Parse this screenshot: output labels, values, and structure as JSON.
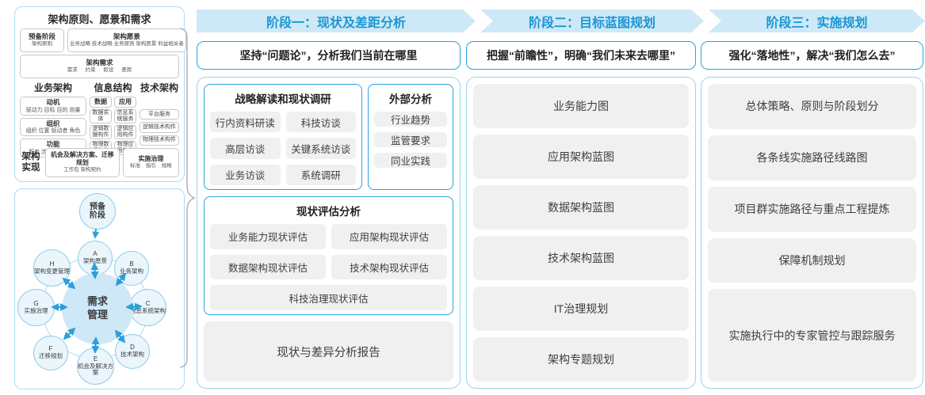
{
  "colors": {
    "accent_blue": "#2aa3dc",
    "band_fill": "#cde9f7",
    "band_text": "#1b96d4",
    "panel_border": "#9bd5f1",
    "item_bg": "#f0f0f0",
    "arrow_blue": "#2b9fd9",
    "brace_gray": "#b5b5b5"
  },
  "framework": {
    "title": "架构原则、愿景和需求",
    "prep": {
      "title": "预备阶段",
      "sub": "架构原则"
    },
    "vision": {
      "title": "架构愿景",
      "sub": "业务战略 技术战略 业务原则 架构愿景 利益相关者"
    },
    "requirements": {
      "title": "架构需求",
      "sub": "需求 约束 假设 差距"
    },
    "business": {
      "title": "业务架构",
      "items": [
        {
          "title": "动机",
          "sub": "驱动力 目标 目的 测量"
        },
        {
          "title": "组织",
          "sub": "组织 位置 驱动者 角色"
        },
        {
          "title": "功能",
          "sub": "服务 流程 控制 功能"
        }
      ]
    },
    "information": {
      "title": "信息结构",
      "data": {
        "title": "数据",
        "items": [
          "数据实体",
          "逻辑数据构件",
          "物理数据构件"
        ]
      },
      "app": {
        "title": "应用",
        "items": [
          "信息系统服务",
          "逻辑应用构件",
          "物理应用构件"
        ]
      }
    },
    "technology": {
      "title": "技术架构",
      "items": [
        "平台服务",
        "逻辑技术构件",
        "物理技术构件"
      ]
    },
    "realization": {
      "label": "架构实现",
      "box1": {
        "title": "机会及解决方案、迁移规划",
        "sub": "工作包 架构契约"
      },
      "box2": {
        "title": "实施治理",
        "sub": "标准 指引 规格"
      }
    }
  },
  "adm": {
    "prep": "预备阶段",
    "center": "需求管理",
    "nodes": [
      {
        "letter": "A",
        "label": "架构愿景"
      },
      {
        "letter": "B",
        "label": "业务架构"
      },
      {
        "letter": "C",
        "label": "信息系统架构"
      },
      {
        "letter": "D",
        "label": "技术架构"
      },
      {
        "letter": "E",
        "label": "机会及解决方案"
      },
      {
        "letter": "F",
        "label": "迁移规划"
      },
      {
        "letter": "G",
        "label": "实施治理"
      },
      {
        "letter": "H",
        "label": "架构变更管理"
      }
    ]
  },
  "phases": [
    {
      "banner": "阶段一：现状及差距分析",
      "subtitle": "坚持“问题论”，分析我们当前在哪里"
    },
    {
      "banner": "阶段二：目标蓝图规划",
      "subtitle": "把握“前瞻性”，明确“我们未来去哪里”"
    },
    {
      "banner": "阶段三：实施规划",
      "subtitle": "强化“落地性”，解决“我们怎么去”"
    }
  ],
  "phase1": {
    "research": {
      "title": "战略解读和现状调研",
      "items": [
        "行内资料研读",
        "科技访谈",
        "高层访谈",
        "关键系统访谈",
        "业务访谈",
        "系统调研"
      ]
    },
    "external": {
      "title": "外部分析",
      "items": [
        "行业趋势",
        "监管要求",
        "同业实践"
      ]
    },
    "assessment": {
      "title": "现状评估分析",
      "items": [
        "业务能力现状评估",
        "应用架构现状评估",
        "数据架构现状评估",
        "技术架构现状评估"
      ],
      "full_item": "科技治理现状评估"
    },
    "report": "现状与差异分析报告"
  },
  "phase2": {
    "items": [
      "业务能力图",
      "应用架构蓝图",
      "数据架构蓝图",
      "技术架构蓝图",
      "IT治理规划",
      "架构专题规划"
    ]
  },
  "phase3": {
    "items": [
      "总体策略、原则与阶段划分",
      "各条线实施路径线路图",
      "项目群实施路径与重点工程提炼",
      "保障机制规划"
    ],
    "tall_item": "实施执行中的专家管控与跟踪服务"
  }
}
